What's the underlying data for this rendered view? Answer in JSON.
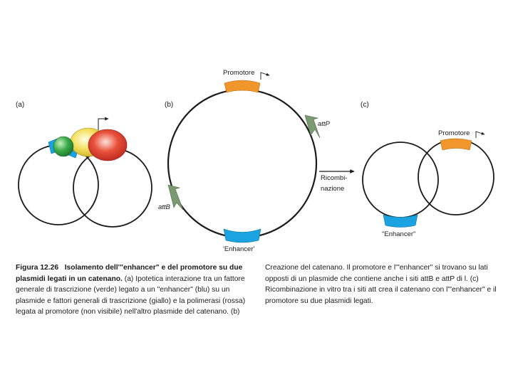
{
  "panels": {
    "a": "(a)",
    "b": "(b)",
    "c": "(c)"
  },
  "b_labels": {
    "promoter": "Promotore",
    "attP": "attP",
    "attB": "attB",
    "enhancer": "'Enhancer'",
    "recombination_1": "Ricombi-",
    "recombination_2": "nazione"
  },
  "c_labels": {
    "promoter": "Promotore",
    "enhancer": "\"Enhancer\""
  },
  "caption": {
    "figure_number": "Figura 12.26",
    "title": "Isolamento dell'\"enhancer\" e del promotore su due plasmidi legati in un catenano.",
    "body": "(a) Ipotetica interazione tra un fattore generale di trascrizione (verde) legato a un \"enhancer\" (blu) su un plasmide e fattori generali di trascrizione (giallo) e la polimerasi (rossa) legata al promotore (non visibile) nell'altro plasmide del catenano. (b) Creazione del catenano. Il promotore e l'\"enhancer\" si trovano su lati opposti di un plasmide che contiene anche i siti attB e attP di l. (c) Ricombinazione in vitro tra i siti att crea il catenano con l'\"enhancer\" e il promotore su due plasmidi legati."
  },
  "colors": {
    "promoter": "#f0962a",
    "enhancer": "#1aa3e0",
    "att": "#7a9a72",
    "general_factor": "#3aaa4a",
    "tf_yellow": "#f3df5a",
    "polymerase": "#e23a2a",
    "plasmid": "#1a1a1a"
  }
}
